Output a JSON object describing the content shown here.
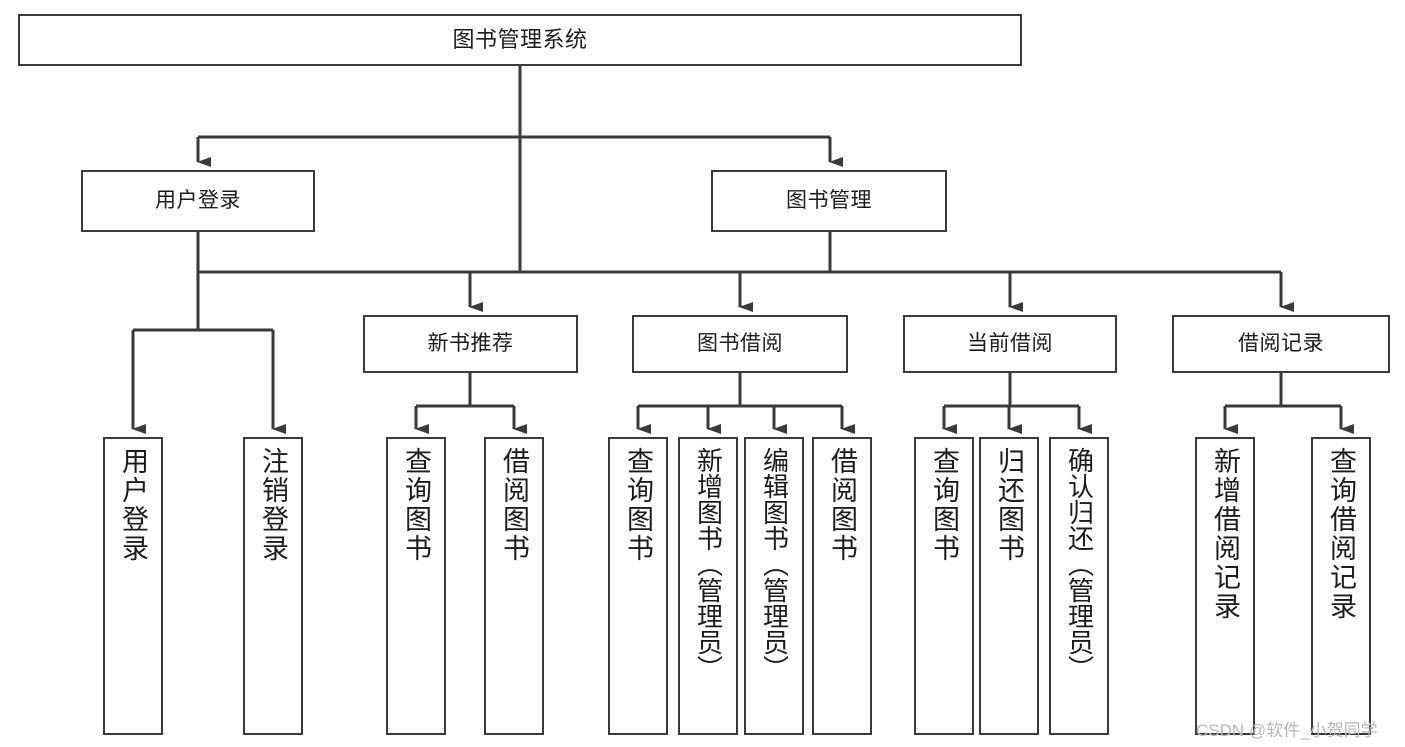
{
  "diagram": {
    "type": "tree-hierarchy",
    "title": "图书管理系统",
    "watermark": "CSDN @软件_小贺同学",
    "stroke_color": "#3a3a3a",
    "fill_color": "#ffffff",
    "text_color": "#1c1c1c",
    "watermark_color": "#b8b8b8"
  },
  "nodes": {
    "root": {
      "label": "图书管理系统",
      "level": 1
    },
    "l2": [
      {
        "id": "user-login",
        "label": "用户登录",
        "level": 2
      },
      {
        "id": "book-manage",
        "label": "图书管理",
        "level": 2
      }
    ],
    "l3": [
      {
        "id": "new-book-recommend",
        "label": "新书推荐",
        "level": 3,
        "parent": "book-manage"
      },
      {
        "id": "book-borrow",
        "label": "图书借阅",
        "level": 3,
        "parent": "book-manage"
      },
      {
        "id": "current-borrow",
        "label": "当前借阅",
        "level": 3,
        "parent": "book-manage"
      },
      {
        "id": "borrow-record",
        "label": "借阅记录",
        "level": 3,
        "parent": "book-manage"
      }
    ],
    "leaves": [
      {
        "id": "leaf-user-login",
        "label": "用户登录",
        "parent": "user-login"
      },
      {
        "id": "leaf-user-logout",
        "label": "注销登录",
        "parent": "user-login"
      },
      {
        "id": "leaf-query-book-1",
        "label": "查询图书",
        "parent": "new-book-recommend"
      },
      {
        "id": "leaf-borrow-book-1",
        "label": "借阅图书",
        "parent": "new-book-recommend"
      },
      {
        "id": "leaf-query-book-2",
        "label": "查询图书",
        "parent": "book-borrow"
      },
      {
        "id": "leaf-add-book",
        "label": "新增图书（管理员）",
        "parent": "book-borrow"
      },
      {
        "id": "leaf-edit-book",
        "label": "编辑图书（管理员）",
        "parent": "book-borrow"
      },
      {
        "id": "leaf-borrow-book-2",
        "label": "借阅图书",
        "parent": "book-borrow"
      },
      {
        "id": "leaf-query-book-3",
        "label": "查询图书",
        "parent": "current-borrow"
      },
      {
        "id": "leaf-return-book",
        "label": "归还图书",
        "parent": "current-borrow"
      },
      {
        "id": "leaf-confirm-return",
        "label": "确认归还（管理员）",
        "parent": "current-borrow"
      },
      {
        "id": "leaf-add-record",
        "label": "新增借阅记录",
        "parent": "borrow-record"
      },
      {
        "id": "leaf-query-record",
        "label": "查询借阅记录",
        "parent": "borrow-record"
      }
    ]
  }
}
